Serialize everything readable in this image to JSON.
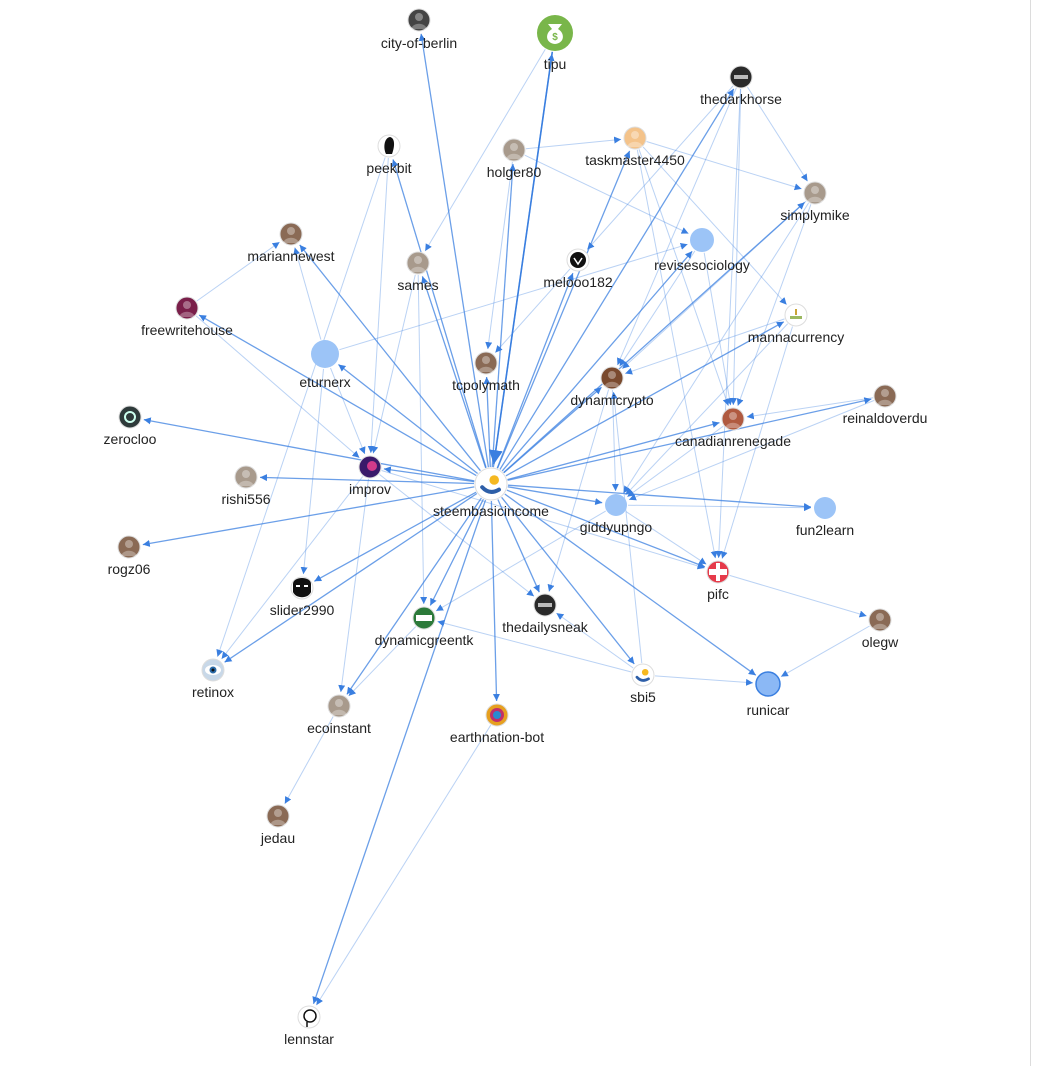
{
  "colors": {
    "edge": "#3a7fe0",
    "plain_node": "#9cc4f7",
    "runicar_node": "#8bb8f5",
    "runicar_stroke": "#3a7fe0",
    "tipu": "#79b64a",
    "label": "#222222"
  },
  "nodes": [
    {
      "id": "steembasicincome",
      "label": "steembasicincome",
      "icon": "hand-coin-avatar-icon"
    },
    {
      "id": "city-of-berlin",
      "label": "city-of-berlin",
      "icon": "city-avatar-icon"
    },
    {
      "id": "tipu",
      "label": "tipu",
      "icon": "money-bag-icon"
    },
    {
      "id": "thedarkhorse",
      "label": "thedarkhorse",
      "icon": "dark-badge-avatar-icon"
    },
    {
      "id": "peekbit",
      "label": "peekbit",
      "icon": "silhouette-avatar-icon"
    },
    {
      "id": "holger80",
      "label": "holger80",
      "icon": "photo-avatar-icon"
    },
    {
      "id": "taskmaster4450",
      "label": "taskmaster4450",
      "icon": "cat-avatar-icon"
    },
    {
      "id": "simplymike",
      "label": "simplymike",
      "icon": "photo-avatar-icon"
    },
    {
      "id": "mariannewest",
      "label": "mariannewest",
      "icon": "portrait-avatar-icon"
    },
    {
      "id": "sames",
      "label": "sames",
      "icon": "photo-avatar-icon"
    },
    {
      "id": "melooo182",
      "label": "melooo182",
      "icon": "logo-avatar-icon"
    },
    {
      "id": "revisesociology",
      "label": "revisesociology",
      "icon": "default-node-icon"
    },
    {
      "id": "freewritehouse",
      "label": "freewritehouse",
      "icon": "book-avatar-icon"
    },
    {
      "id": "mannacurrency",
      "label": "mannacurrency",
      "icon": "manna-logo-icon"
    },
    {
      "id": "eturnerx",
      "label": "eturnerx",
      "icon": "default-node-icon"
    },
    {
      "id": "tcpolymath",
      "label": "tcpolymath",
      "icon": "portrait-avatar-icon"
    },
    {
      "id": "dynamicrypto",
      "label": "dynamicrypto",
      "icon": "crypto-avatar-icon"
    },
    {
      "id": "reinaldoverdu",
      "label": "reinaldoverdu",
      "icon": "portrait-avatar-icon"
    },
    {
      "id": "zerocloo",
      "label": "zerocloo",
      "icon": "zero-avatar-icon"
    },
    {
      "id": "canadianrenegade",
      "label": "canadianrenegade",
      "icon": "couple-avatar-icon"
    },
    {
      "id": "rishi556",
      "label": "rishi556",
      "icon": "photo-avatar-icon"
    },
    {
      "id": "improv",
      "label": "improv",
      "icon": "purple-avatar-icon"
    },
    {
      "id": "giddyupngo",
      "label": "giddyupngo",
      "icon": "default-node-icon"
    },
    {
      "id": "fun2learn",
      "label": "fun2learn",
      "icon": "default-node-icon"
    },
    {
      "id": "rogz06",
      "label": "rogz06",
      "icon": "portrait-avatar-icon"
    },
    {
      "id": "pifc",
      "label": "pifc",
      "icon": "flag-avatar-icon"
    },
    {
      "id": "slider2990",
      "label": "slider2990",
      "icon": "bearded-face-icon"
    },
    {
      "id": "dynamicgreentk",
      "label": "dynamicgreentk",
      "icon": "green-badge-avatar-icon"
    },
    {
      "id": "thedailysneak",
      "label": "thedailysneak",
      "icon": "dark-badge-avatar-icon"
    },
    {
      "id": "olegw",
      "label": "olegw",
      "icon": "portrait-avatar-icon"
    },
    {
      "id": "retinox",
      "label": "retinox",
      "icon": "eye-avatar-icon"
    },
    {
      "id": "sbi5",
      "label": "sbi5",
      "icon": "hand-coin-avatar-icon"
    },
    {
      "id": "runicar",
      "label": "runicar",
      "icon": "default-node-icon"
    },
    {
      "id": "ecoinstant",
      "label": "ecoinstant",
      "icon": "photo-avatar-icon"
    },
    {
      "id": "earthnation-bot",
      "label": "earthnation-bot",
      "icon": "rainbow-avatar-icon"
    },
    {
      "id": "jedau",
      "label": "jedau",
      "icon": "portrait-avatar-icon"
    },
    {
      "id": "lennstar",
      "label": "lennstar",
      "icon": "face-sketch-avatar-icon"
    }
  ],
  "edges": [
    [
      "steembasicincome",
      "tipu"
    ],
    [
      "steembasicincome",
      "city-of-berlin"
    ],
    [
      "steembasicincome",
      "holger80"
    ],
    [
      "steembasicincome",
      "tcpolymath"
    ],
    [
      "steembasicincome",
      "melooo182"
    ],
    [
      "steembasicincome",
      "peekbit"
    ],
    [
      "steembasicincome",
      "sames"
    ],
    [
      "steembasicincome",
      "mariannewest"
    ],
    [
      "steembasicincome",
      "freewritehouse"
    ],
    [
      "steembasicincome",
      "eturnerx"
    ],
    [
      "steembasicincome",
      "zerocloo"
    ],
    [
      "steembasicincome",
      "rishi556"
    ],
    [
      "steembasicincome",
      "improv"
    ],
    [
      "steembasicincome",
      "rogz06"
    ],
    [
      "steembasicincome",
      "slider2990"
    ],
    [
      "steembasicincome",
      "retinox"
    ],
    [
      "steembasicincome",
      "ecoinstant"
    ],
    [
      "steembasicincome",
      "dynamicgreentk"
    ],
    [
      "steembasicincome",
      "earthnation-bot"
    ],
    [
      "steembasicincome",
      "thedailysneak"
    ],
    [
      "steembasicincome",
      "lennstar"
    ],
    [
      "steembasicincome",
      "giddyupngo"
    ],
    [
      "steembasicincome",
      "pifc"
    ],
    [
      "steembasicincome",
      "canadianrenegade"
    ],
    [
      "steembasicincome",
      "reinaldoverdu"
    ],
    [
      "steembasicincome",
      "mannacurrency"
    ],
    [
      "steembasicincome",
      "dynamicrypto"
    ],
    [
      "steembasicincome",
      "revisesociology"
    ],
    [
      "steembasicincome",
      "taskmaster4450"
    ],
    [
      "steembasicincome",
      "thedarkhorse"
    ],
    [
      "steembasicincome",
      "simplymike"
    ],
    [
      "steembasicincome",
      "runicar"
    ],
    [
      "steembasicincome",
      "fun2learn"
    ],
    [
      "steembasicincome",
      "sbi5"
    ],
    [
      "tipu",
      "sames"
    ],
    [
      "holger80",
      "taskmaster4450"
    ],
    [
      "holger80",
      "tcpolymath"
    ],
    [
      "holger80",
      "revisesociology"
    ],
    [
      "taskmaster4450",
      "simplymike"
    ],
    [
      "taskmaster4450",
      "mannacurrency"
    ],
    [
      "taskmaster4450",
      "canadianrenegade"
    ],
    [
      "taskmaster4450",
      "pifc"
    ],
    [
      "thedarkhorse",
      "simplymike"
    ],
    [
      "thedarkhorse",
      "canadianrenegade"
    ],
    [
      "thedarkhorse",
      "pifc"
    ],
    [
      "thedarkhorse",
      "dynamicrypto"
    ],
    [
      "thedarkhorse",
      "melooo182"
    ],
    [
      "simplymike",
      "canadianrenegade"
    ],
    [
      "simplymike",
      "giddyupngo"
    ],
    [
      "simplymike",
      "dynamicrypto"
    ],
    [
      "mannacurrency",
      "dynamicrypto"
    ],
    [
      "mannacurrency",
      "pifc"
    ],
    [
      "mannacurrency",
      "giddyupngo"
    ],
    [
      "reinaldoverdu",
      "canadianrenegade"
    ],
    [
      "reinaldoverdu",
      "giddyupngo"
    ],
    [
      "canadianrenegade",
      "giddyupngo"
    ],
    [
      "revisesociology",
      "canadianrenegade"
    ],
    [
      "revisesociology",
      "dynamicrypto"
    ],
    [
      "dynamicrypto",
      "giddyupngo"
    ],
    [
      "dynamicrypto",
      "thedailysneak"
    ],
    [
      "melooo182",
      "tcpolymath"
    ],
    [
      "peekbit",
      "improv"
    ],
    [
      "peekbit",
      "retinox"
    ],
    [
      "eturnerx",
      "mariannewest"
    ],
    [
      "eturnerx",
      "improv"
    ],
    [
      "eturnerx",
      "slider2990"
    ],
    [
      "eturnerx",
      "revisesociology"
    ],
    [
      "freewritehouse",
      "mariannewest"
    ],
    [
      "freewritehouse",
      "improv"
    ],
    [
      "improv",
      "retinox"
    ],
    [
      "improv",
      "ecoinstant"
    ],
    [
      "improv",
      "thedailysneak"
    ],
    [
      "improv",
      "pifc"
    ],
    [
      "sames",
      "improv"
    ],
    [
      "sames",
      "dynamicgreentk"
    ],
    [
      "giddyupngo",
      "pifc"
    ],
    [
      "giddyupngo",
      "fun2learn"
    ],
    [
      "giddyupngo",
      "dynamicgreentk"
    ],
    [
      "pifc",
      "olegw"
    ],
    [
      "olegw",
      "runicar"
    ],
    [
      "sbi5",
      "thedailysneak"
    ],
    [
      "sbi5",
      "dynamicgreentk"
    ],
    [
      "sbi5",
      "runicar"
    ],
    [
      "sbi5",
      "dynamicrypto"
    ],
    [
      "ecoinstant",
      "jedau"
    ],
    [
      "earthnation-bot",
      "lennstar"
    ],
    [
      "dynamicgreentk",
      "ecoinstant"
    ]
  ]
}
